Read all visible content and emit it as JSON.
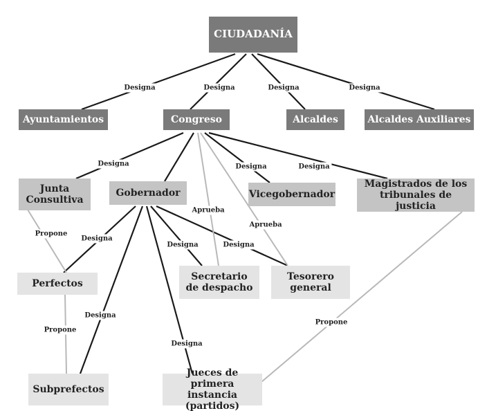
{
  "nodes": {
    "ciudadania": "CIUDADANÍA",
    "ayuntamientos": "Ayuntamientos",
    "congreso": "Congreso",
    "alcaldes": "Alcaldes",
    "alcaldes_auxiliares": "Alcaldes Auxiliares",
    "junta_consultiva": "Junta Consultiva",
    "gobernador": "Gobernador",
    "vicegobernador": "Vicegobernador",
    "magistrados": "Magistrados de los tribunales de justicia",
    "perfectos": "Perfectos",
    "secretario": "Secretario de despacho",
    "tesorero": "Tesorero general",
    "subprefectos": "Subprefectos",
    "jueces": "Jueces de primera instancia (partidos)"
  },
  "labels": {
    "designa": "Designa",
    "propone": "Propone",
    "aprueba": "Aprueba"
  },
  "colors": {
    "dark": "#7a7a7a",
    "mid": "#c4c4c4",
    "light": "#e4e4e4",
    "designa_line": "#1a1a1a",
    "other_line": "#b8b8b8"
  }
}
